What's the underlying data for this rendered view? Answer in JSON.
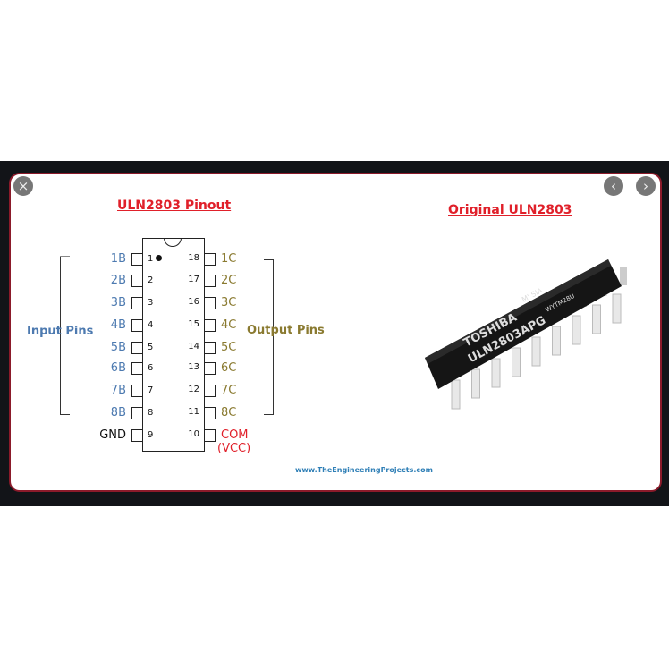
{
  "pinout_title": "ULN2803 Pinout",
  "photo_title": "Original ULN2803",
  "input_label": "Input Pins",
  "output_label": "Output Pins",
  "left_pins": [
    {
      "name": "1B",
      "num": "1"
    },
    {
      "name": "2B",
      "num": "2"
    },
    {
      "name": "3B",
      "num": "3"
    },
    {
      "name": "4B",
      "num": "4"
    },
    {
      "name": "5B",
      "num": "5"
    },
    {
      "name": "6B",
      "num": "6"
    },
    {
      "name": "7B",
      "num": "7"
    },
    {
      "name": "8B",
      "num": "8"
    },
    {
      "name": "GND",
      "num": "9"
    }
  ],
  "right_pins": [
    {
      "name": "1C",
      "num": "18"
    },
    {
      "name": "2C",
      "num": "17"
    },
    {
      "name": "3C",
      "num": "16"
    },
    {
      "name": "4C",
      "num": "15"
    },
    {
      "name": "5C",
      "num": "14"
    },
    {
      "name": "6C",
      "num": "13"
    },
    {
      "name": "7C",
      "num": "12"
    },
    {
      "name": "8C",
      "num": "11"
    },
    {
      "name": "COM",
      "num": "10"
    }
  ],
  "vcc_label": "(VCC)",
  "website": "www.TheEngineeringProjects.com",
  "chip_text": {
    "brand": "TOSHIBA",
    "part": "ULN2803APG",
    "code1": "M' SIA",
    "code2": "WYTM28U"
  },
  "icons": {
    "close": "×",
    "prev": "‹",
    "next": "›"
  }
}
